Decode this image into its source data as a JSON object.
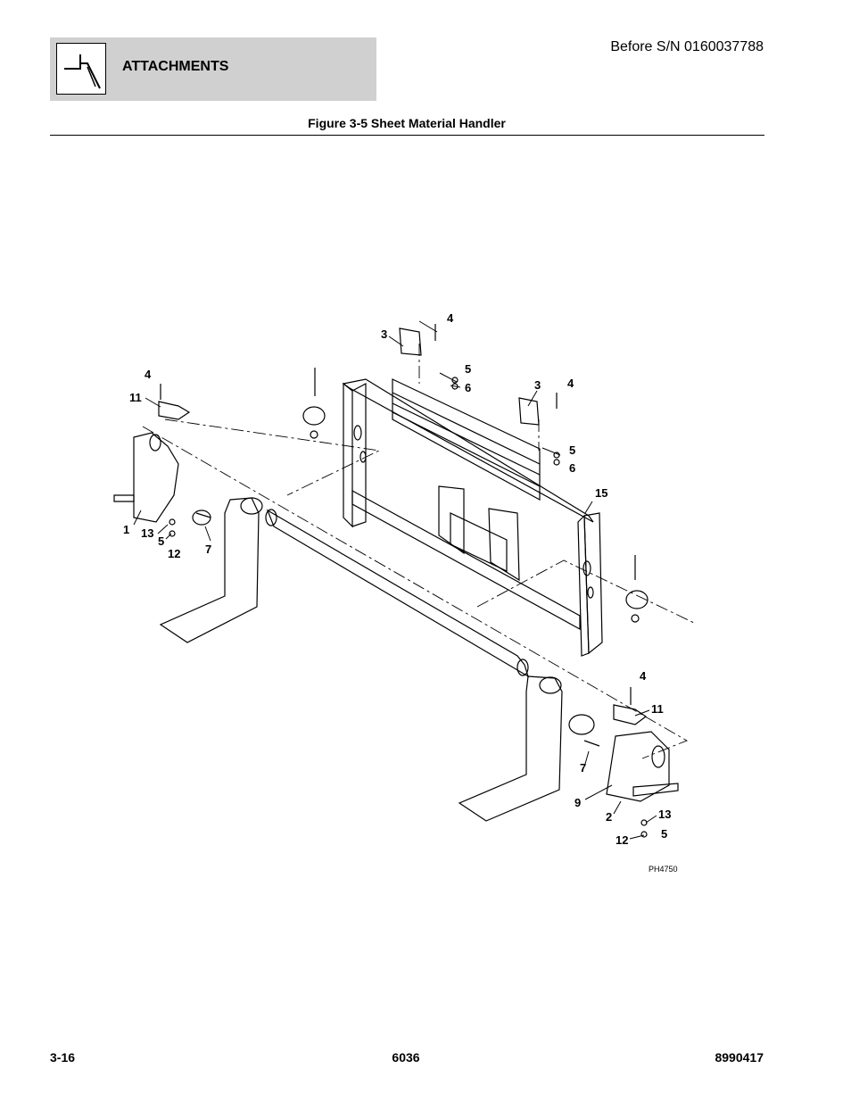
{
  "header": {
    "section_title": "ATTACHMENTS",
    "serial_note": "Before S/N 0160037788",
    "icon": "attachment-fork-icon"
  },
  "figure": {
    "title": "Figure 3-5 Sheet Material Handler",
    "drawing_id": "PH4750",
    "callouts": {
      "c1": "1",
      "c2": "2",
      "c3a": "3",
      "c3b": "3",
      "c4a": "4",
      "c4b": "4",
      "c4c": "4",
      "c4d": "4",
      "c5a": "5",
      "c5b": "5",
      "c5c": "5",
      "c5d": "5",
      "c6a": "6",
      "c6b": "6",
      "c7a": "7",
      "c7b": "7",
      "c9": "9",
      "c11a": "11",
      "c11b": "11",
      "c12a": "12",
      "c12b": "12",
      "c13a": "13",
      "c13b": "13",
      "c15": "15"
    }
  },
  "footer": {
    "page_number": "3-16",
    "model": "6036",
    "manual_number": "8990417"
  }
}
